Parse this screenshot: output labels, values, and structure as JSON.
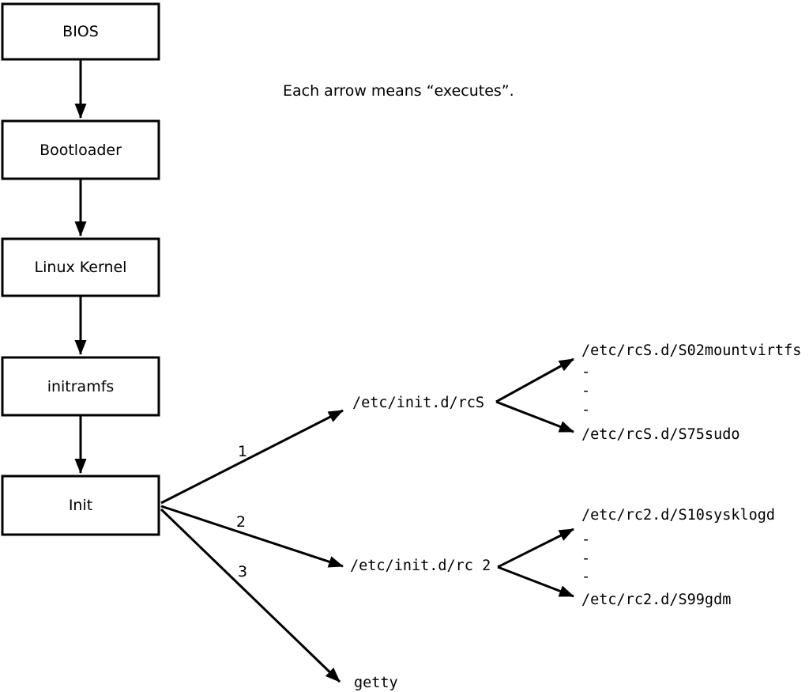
{
  "diagram": {
    "title_note": "Each arrow means “executes”.",
    "colors": {
      "line": "#000000",
      "background": "#ffffff",
      "box_fill": "#ffffff"
    },
    "chain": [
      {
        "label": "BIOS"
      },
      {
        "label": "Bootloader"
      },
      {
        "label": "Linux Kernel"
      },
      {
        "label": "initramfs"
      },
      {
        "label": "Init"
      }
    ],
    "branches": [
      {
        "number": "1",
        "target": "/etc/init.d/rcS",
        "scripts": {
          "first": "/etc/rcS.d/S02mountvirtfs",
          "dash1": "-",
          "dash2": "-",
          "dash3": "-",
          "last": "/etc/rcS.d/S75sudo"
        }
      },
      {
        "number": "2",
        "target": "/etc/init.d/rc 2",
        "scripts": {
          "first": "/etc/rc2.d/S10sysklogd",
          "dash1": "-",
          "dash2": "-",
          "dash3": "-",
          "last": "/etc/rc2.d/S99gdm"
        }
      },
      {
        "number": "3",
        "target": "getty"
      }
    ]
  }
}
